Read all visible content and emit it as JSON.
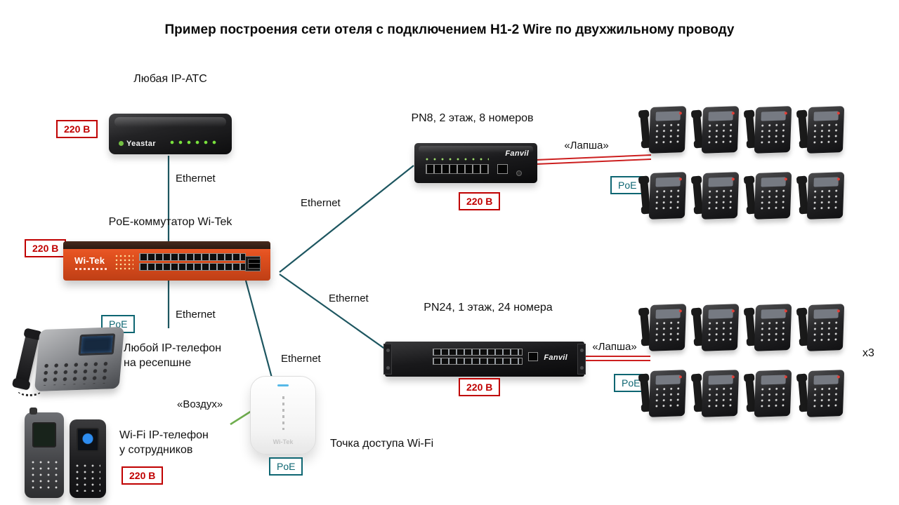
{
  "title": "Пример построения сети отеля с подключением H1-2 Wire по двухжильному проводу",
  "colors": {
    "power": "#c00000",
    "poe": "#0e6672",
    "line": "#1d5660",
    "lapsha": "#cc1f1f",
    "air": "#6fae4e"
  },
  "badges": {
    "power": "220 В",
    "poe": "PoE"
  },
  "links": {
    "ethernet": "Ethernet",
    "lapsha": "«Лапша»",
    "air": "«Воздух»"
  },
  "nodes": {
    "pbx": {
      "label": "Любая IP-АТС",
      "brand": "Yeastar"
    },
    "core_switch": {
      "label": "PoE-коммутатор Wi-Tek",
      "brand": "Wi-Tek"
    },
    "pn8": {
      "label": "PN8, 2 этаж, 8 номеров",
      "brand": "Fanvil"
    },
    "pn24": {
      "label": "PN24, 1 этаж, 24 номера",
      "brand": "Fanvil"
    },
    "reception_phone": {
      "label": "Любой IP-телефон\nна ресепшне"
    },
    "wifi_phone": {
      "label": "Wi-Fi IP-телефон\nу сотрудников"
    },
    "ap": {
      "label": "Точка доступа Wi-Fi",
      "brand": "Wi-Tek"
    },
    "multiplier": "x3"
  },
  "phone_groups": {
    "top": {
      "count": 8
    },
    "bottom": {
      "count": 8
    }
  }
}
